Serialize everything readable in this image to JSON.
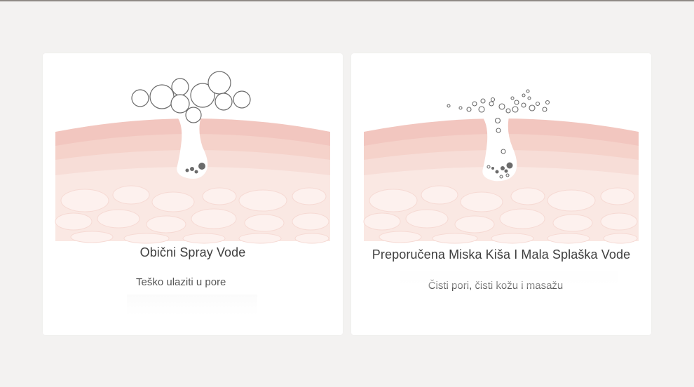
{
  "cards": [
    {
      "title": "Obični Spray Vode",
      "subtitle": "Teško ulaziti u pore"
    },
    {
      "title": "Preporučena Miska Kiša I Mala Splaška Vode",
      "subtitle": "Čisti pori, čisti kožu i masažu"
    }
  ],
  "colors": {
    "skin_top": "#f2c6bf",
    "skin_mid": "#f6d8d1",
    "skin_low": "#fae6e1",
    "bubble_stroke": "#6a6a6a",
    "dirt": "#6b6b6b"
  }
}
